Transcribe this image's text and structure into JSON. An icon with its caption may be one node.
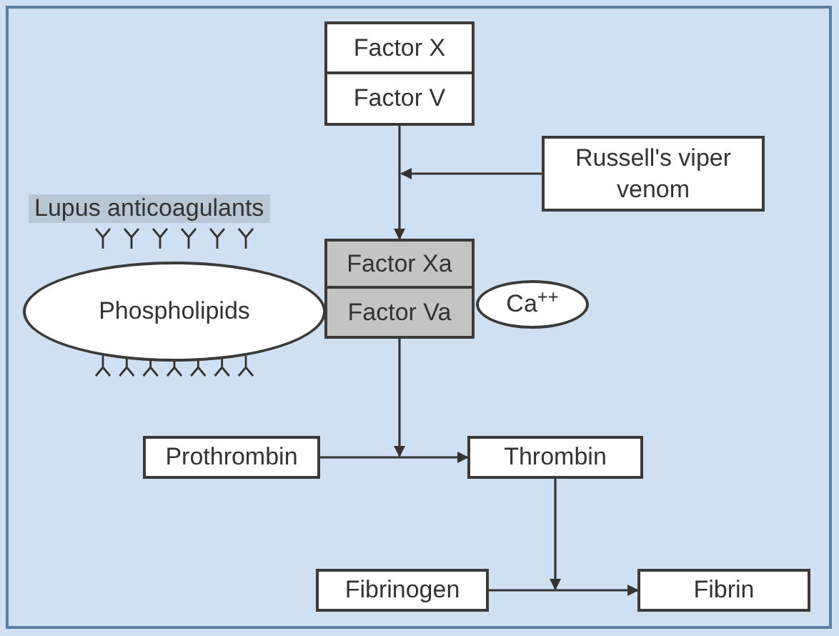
{
  "diagram": {
    "nodes": [
      {
        "text": [
          "Factor X"
        ]
      },
      {
        "text": [
          "Factor V"
        ]
      },
      {
        "text": [
          "Russell's viper venom"
        ]
      },
      {
        "text": [
          "Phospholipids"
        ]
      },
      {
        "text": [
          "Factor Xa"
        ]
      },
      {
        "text": [
          "Factor Va"
        ]
      },
      {
        "text": [
          "Ca$^{++}$"
        ]
      },
      {
        "text": [
          "Prothrombin"
        ]
      },
      {
        "text": [
          "Thrombin"
        ]
      },
      {
        "text": [
          "Fibrinogen"
        ]
      },
      {
        "text": [
          "Fibrin"
        ]
      }
    ],
    "edges": [
      {
        "from": 1,
        "to": 4,
        "arrow": "to"
      },
      {
        "from": 2,
        "to": null,
        "arrow": "to"
      },
      {
        "from": 5,
        "to": null,
        "arrow": "to"
      },
      {
        "from": 7,
        "to": 8,
        "arrow": "to"
      },
      {
        "from": 8,
        "to": null,
        "arrow": "to"
      },
      {
        "from": 9,
        "to": 10,
        "arrow": "to"
      }
    ],
    "labels": [
      "Lupus anticoagulants"
    ]
  }
}
